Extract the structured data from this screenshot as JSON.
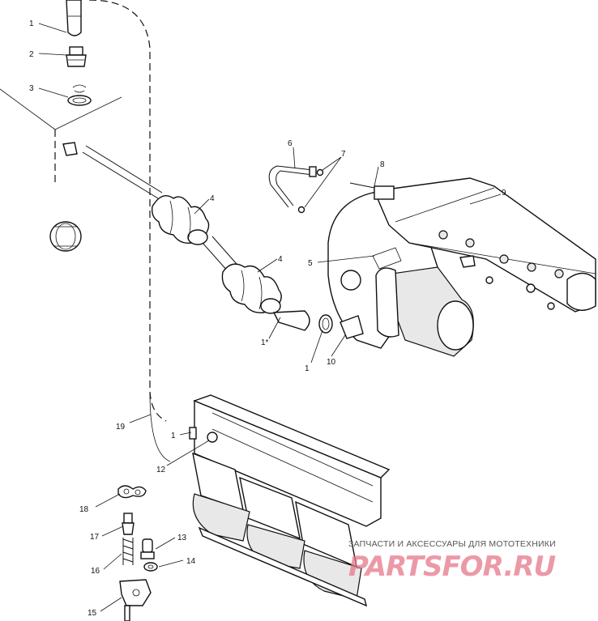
{
  "diagram": {
    "callouts": [
      "1",
      "2",
      "3",
      "4",
      "4",
      "5",
      "6",
      "7",
      "8",
      "9",
      "1*",
      "1",
      "10",
      "19",
      "1",
      "12",
      "18",
      "17",
      "16",
      "15",
      "13",
      "14"
    ]
  },
  "watermark": {
    "tagline": "ЗАПЧАСТИ И АКСЕССУАРЫ ДЛЯ МОТОТЕХНИКИ",
    "logo": "PARTSFOR.RU"
  }
}
